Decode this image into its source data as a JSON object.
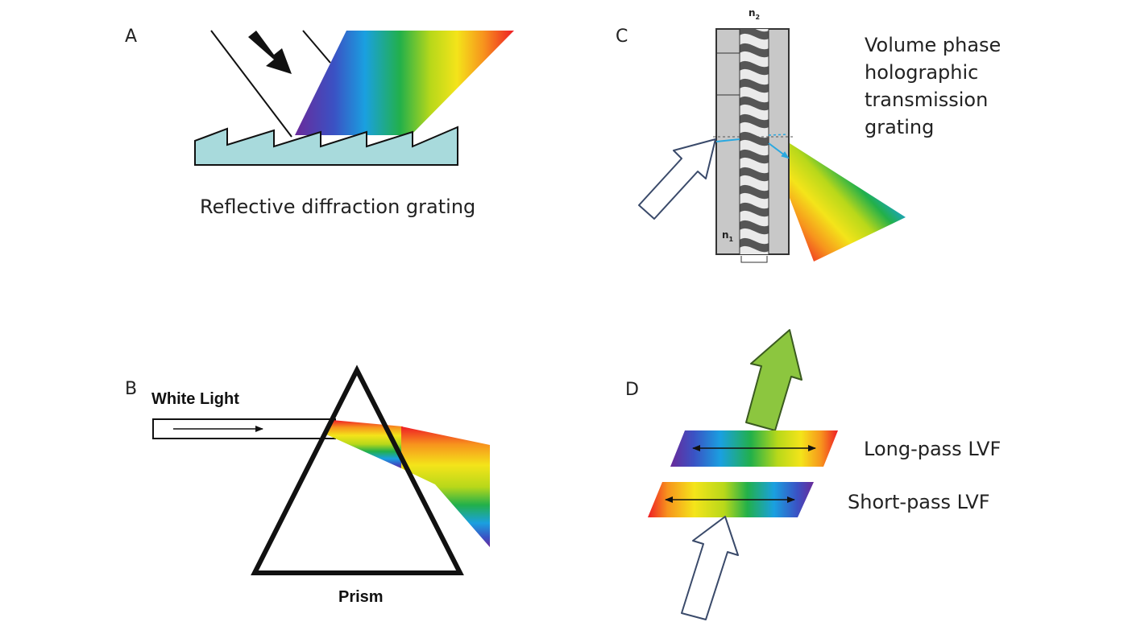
{
  "panels": {
    "a": {
      "letter": "A",
      "caption": "Reflective diffraction grating"
    },
    "b": {
      "letter": "B",
      "input_label": "White Light",
      "caption": "Prism"
    },
    "c": {
      "letter": "C",
      "title_lines": [
        "Volume phase",
        "holographic",
        "transmission",
        "grating"
      ],
      "n_top": "n",
      "n_top_sub": "2",
      "n_bottom": "n",
      "n_bottom_sub": "1"
    },
    "d": {
      "letter": "D",
      "filter_top": "Long-pass LVF",
      "filter_bottom": "Short-pass LVF"
    }
  },
  "colors": {
    "grating_fill": "#a8dadc",
    "spectrum": [
      "#6a2a9a",
      "#3a52c4",
      "#1aa0e0",
      "#22b04a",
      "#b8d81a",
      "#f4e41a",
      "#f7941d",
      "#ee1c25"
    ],
    "output_arrow": "#8cc63f",
    "hologram_panel": "#c8c8c8",
    "ray": "#29a8e0"
  }
}
